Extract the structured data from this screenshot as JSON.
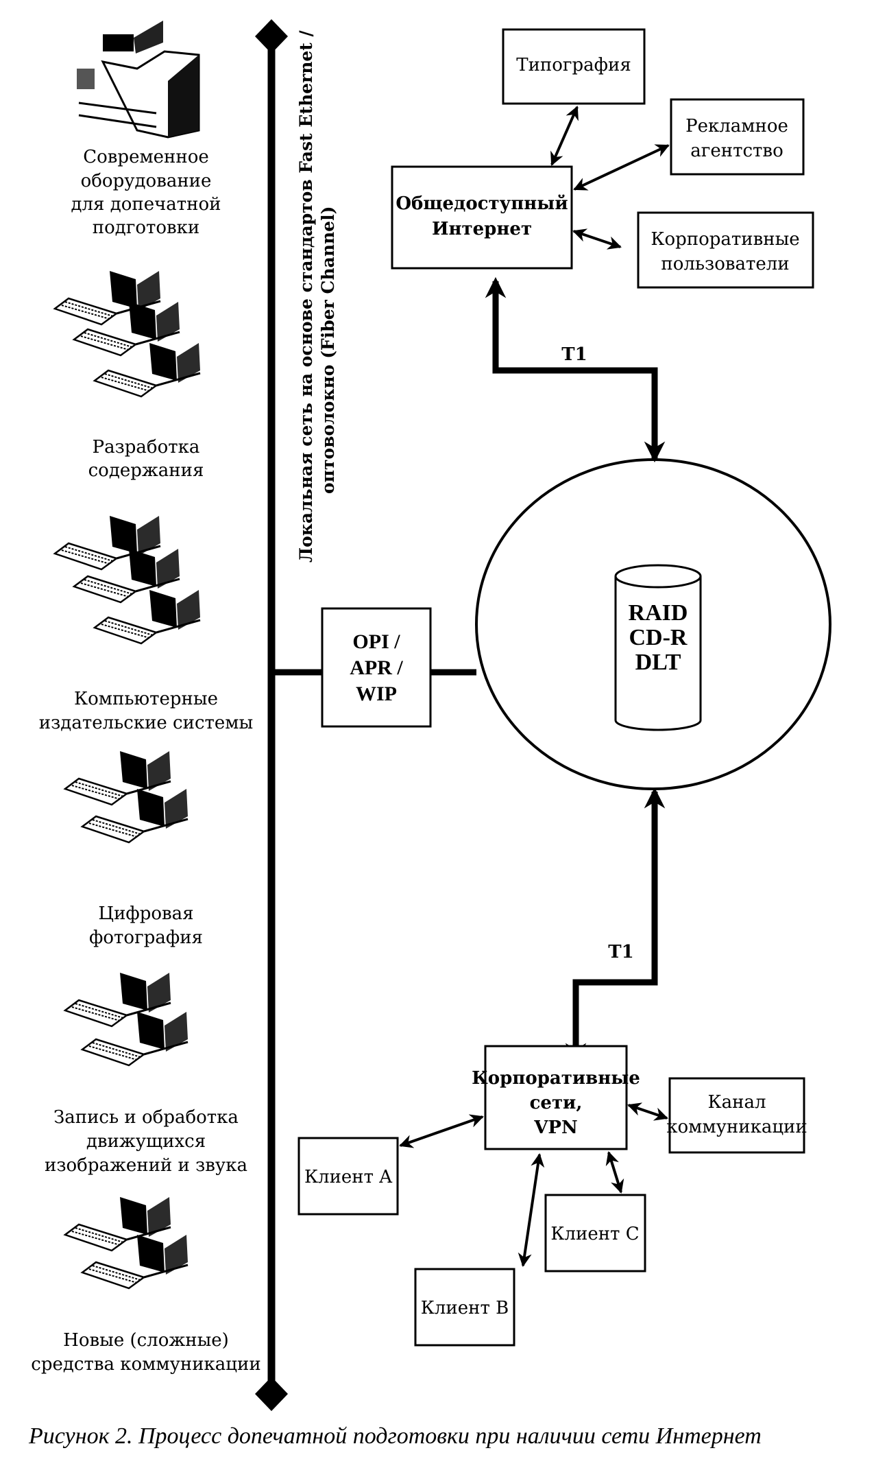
{
  "figure": {
    "caption": "Рисунок 2. Процесс допечатной подготовки при наличии сети Интернет"
  },
  "lan_bus": {
    "label_line1": "Локальная сеть на основе стандартов Fast Ethernet /",
    "label_line2": "оптоволокно (Fiber Channel)"
  },
  "workstations": [
    {
      "icon": "printer-icon",
      "lines": [
        "Современное",
        "оборудование",
        "для допечатной",
        "подготовки"
      ]
    },
    {
      "icon": "computers-icon",
      "lines": [
        "Разработка",
        "содержания"
      ]
    },
    {
      "icon": "computers-icon",
      "lines": [
        "Компьютерные",
        "издательские системы"
      ]
    },
    {
      "icon": "computers-icon",
      "lines": [
        "Цифровая",
        "фотография"
      ]
    },
    {
      "icon": "computers-icon",
      "lines": [
        "Запись и обработка",
        "движущихся",
        "изображений и звука"
      ]
    },
    {
      "icon": "computers-icon",
      "lines": [
        "Новые (сложные)",
        "средства коммуникации"
      ]
    }
  ],
  "gateway": {
    "lines": [
      "OPI /",
      "APR /",
      "WIP"
    ]
  },
  "storage": {
    "lines": [
      "RAID",
      "CD-R",
      "DLT"
    ]
  },
  "links": {
    "top": "T1",
    "bottom": "T1"
  },
  "internet": {
    "hub": {
      "lines": [
        "Общедоступный",
        "Интернет"
      ]
    },
    "nodes": [
      {
        "lines": [
          "Типография"
        ]
      },
      {
        "lines": [
          "Рекламное",
          "агентство"
        ]
      },
      {
        "lines": [
          "Корпоративные",
          "пользователи"
        ]
      }
    ]
  },
  "corporate": {
    "hub": {
      "lines": [
        "Корпоративные",
        "сети,",
        "VPN"
      ]
    },
    "nodes": [
      {
        "lines": [
          "Канал",
          "коммуникации"
        ]
      },
      {
        "lines": [
          "Клиент A"
        ]
      },
      {
        "lines": [
          "Клиент C"
        ]
      },
      {
        "lines": [
          "Клиент B"
        ]
      }
    ]
  }
}
